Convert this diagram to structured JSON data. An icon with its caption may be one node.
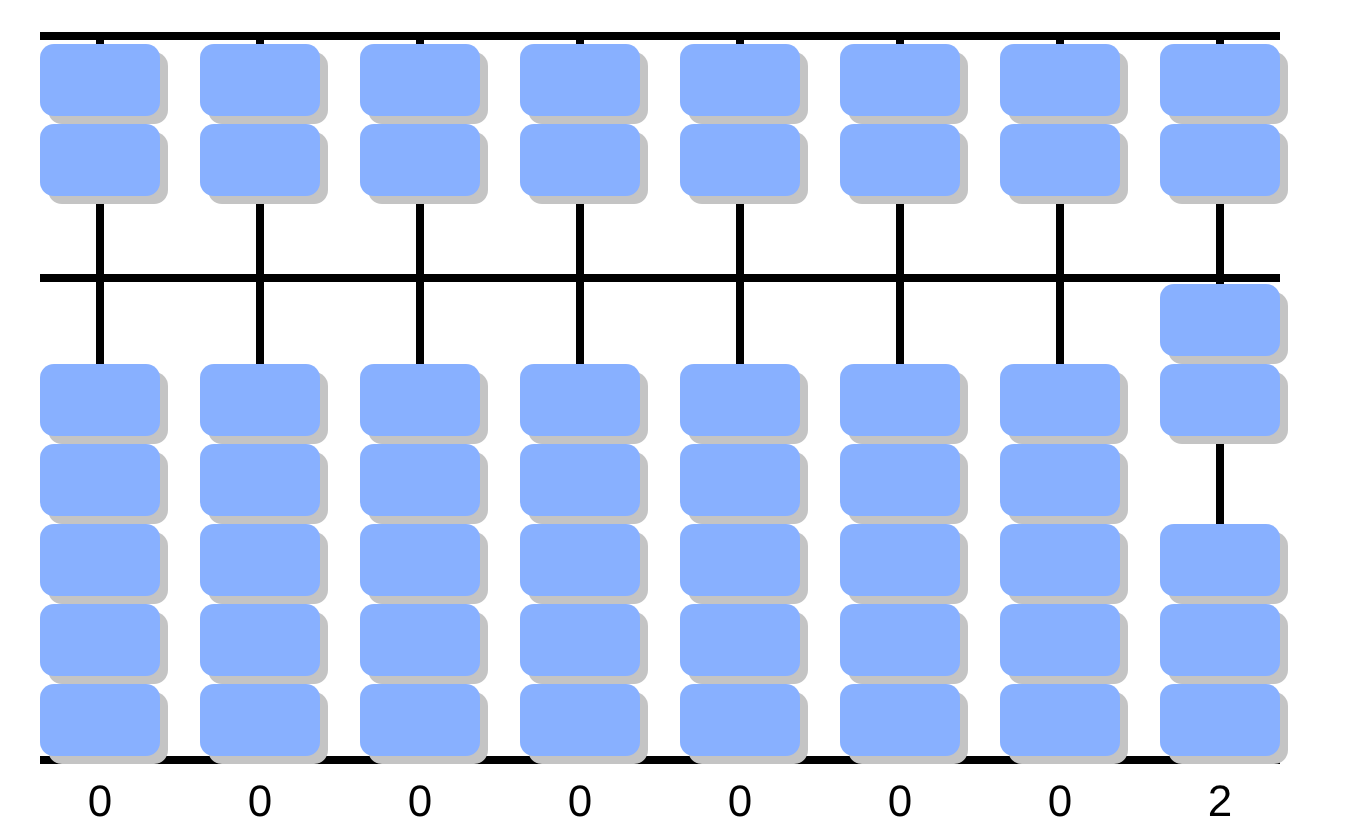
{
  "diagram": {
    "labels": [
      "0",
      "0",
      "0",
      "0",
      "0",
      "0",
      "0",
      "2"
    ]
  }
}
